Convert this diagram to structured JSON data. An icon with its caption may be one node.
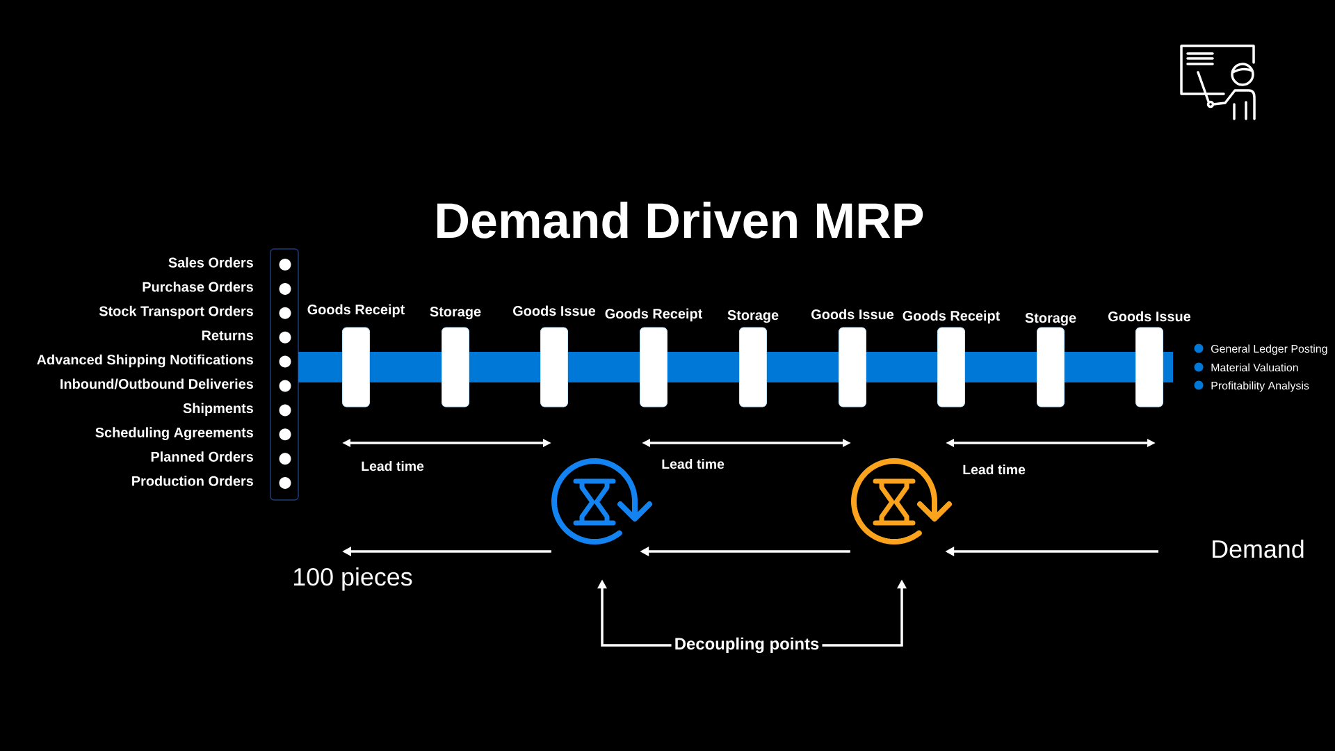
{
  "diagram": {
    "title": "Demand Driven MRP",
    "nodes": [
      {
        "text": [],
        "shape": "bar"
      },
      {
        "text": [
          "Goods Receipt"
        ]
      },
      {
        "text": [
          "Storage"
        ]
      },
      {
        "text": [
          "Goods Issue"
        ]
      },
      {
        "text": [
          "Goods Receipt"
        ]
      },
      {
        "text": [
          "Storage"
        ]
      },
      {
        "text": [
          "Goods Issue"
        ]
      },
      {
        "text": [
          "Goods Receipt"
        ]
      },
      {
        "text": [
          "Storage"
        ]
      },
      {
        "text": [
          "Goods Issue"
        ]
      },
      {
        "text": [],
        "shape": "picture"
      },
      {
        "text": [],
        "shape": "picture"
      },
      {
        "text": [
          "Demand"
        ]
      },
      {
        "text": [
          "100 pieces"
        ]
      },
      {
        "text": [
          "Decoupling points"
        ]
      }
    ],
    "edges": [
      {
        "from": 12,
        "to": 11,
        "arrow": "to"
      },
      {
        "from": 11,
        "to": 10,
        "arrow": "to"
      },
      {
        "from": 10,
        "to": 13,
        "arrow": "to"
      },
      {
        "from": 14,
        "to": 10,
        "arrow": "to"
      },
      {
        "from": 14,
        "to": 11,
        "arrow": "to"
      }
    ],
    "labels": [
      "Sales Orders",
      "Purchase Orders",
      "Stock Transport Orders",
      "Returns",
      "Advanced Shipping Notifications",
      "Inbound/Outbound Deliveries",
      "Shipments",
      "Scheduling Agreements",
      "Planned Orders",
      "Production Orders",
      "General Ledger Posting",
      "Material Valuation",
      "Profitability Analysis",
      "Lead time",
      "Lead time",
      "Lead time"
    ]
  }
}
